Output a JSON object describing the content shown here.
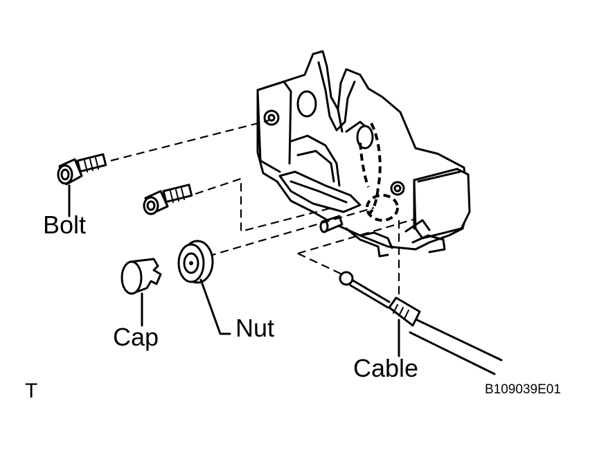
{
  "diagram": {
    "labels": {
      "bolt": "Bolt",
      "cap": "Cap",
      "nut": "Nut",
      "cable": "Cable",
      "view_marker": "T",
      "figure_code": "B109039E01"
    },
    "parts": [
      "latch-assembly",
      "bolt-upper",
      "bolt-lower",
      "cap",
      "nut",
      "cable"
    ],
    "colors": {
      "line": "#000000",
      "background": "#ffffff"
    }
  }
}
